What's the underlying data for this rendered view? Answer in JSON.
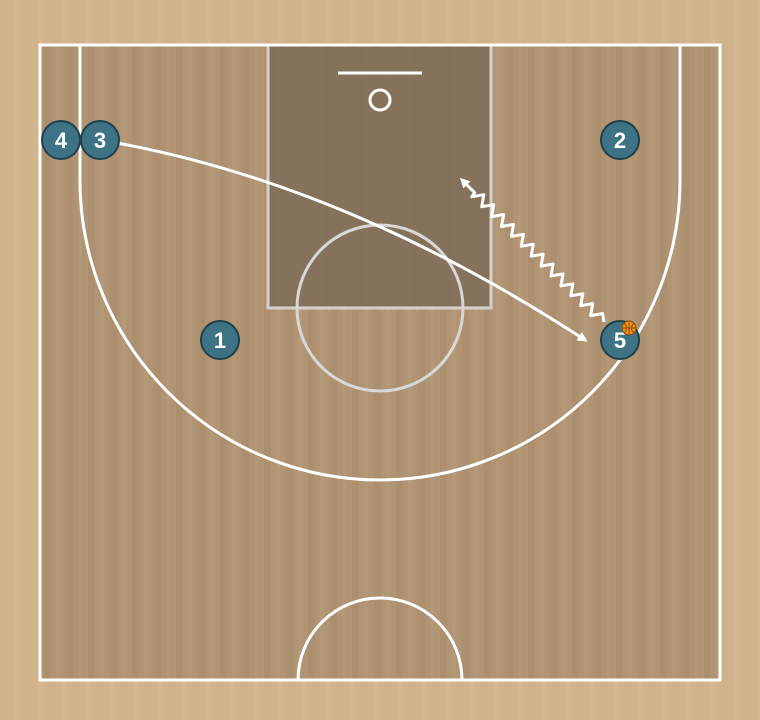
{
  "colors": {
    "outer_wood": "#d2b48c",
    "court_wood": "#b09473",
    "paint": "#7f6d58",
    "lines": "#ffffff",
    "player_fill": "#3d7384",
    "player_stroke": "#21404b",
    "ball": "#f28c1a"
  },
  "players": [
    {
      "id": "p4",
      "label": "4"
    },
    {
      "id": "p3",
      "label": "3"
    },
    {
      "id": "p2",
      "label": "2"
    },
    {
      "id": "p1",
      "label": "1"
    },
    {
      "id": "p5",
      "label": "5",
      "has_ball": true
    }
  ],
  "actions": [
    {
      "type": "cut",
      "from": "p3",
      "to": "p5",
      "line": "solid-curve"
    },
    {
      "type": "dribble",
      "from": "p5",
      "line": "zigzag"
    }
  ]
}
